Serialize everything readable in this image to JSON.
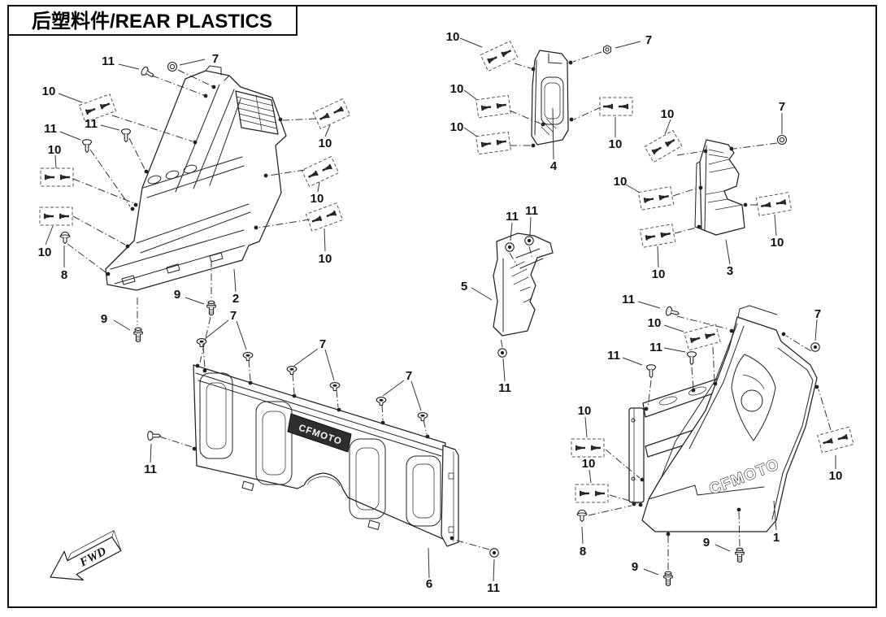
{
  "page": {
    "title": "后塑料件/REAR PLASTICS",
    "fwd_label": "FWD",
    "brand_logo": "CFMOTO"
  },
  "labels": {
    "p1": "1",
    "p2": "2",
    "p3": "3",
    "p4": "4",
    "p5": "5",
    "p6": "6",
    "f7": "7",
    "f8": "8",
    "f9": "9",
    "f10": "10",
    "f11": "11"
  }
}
